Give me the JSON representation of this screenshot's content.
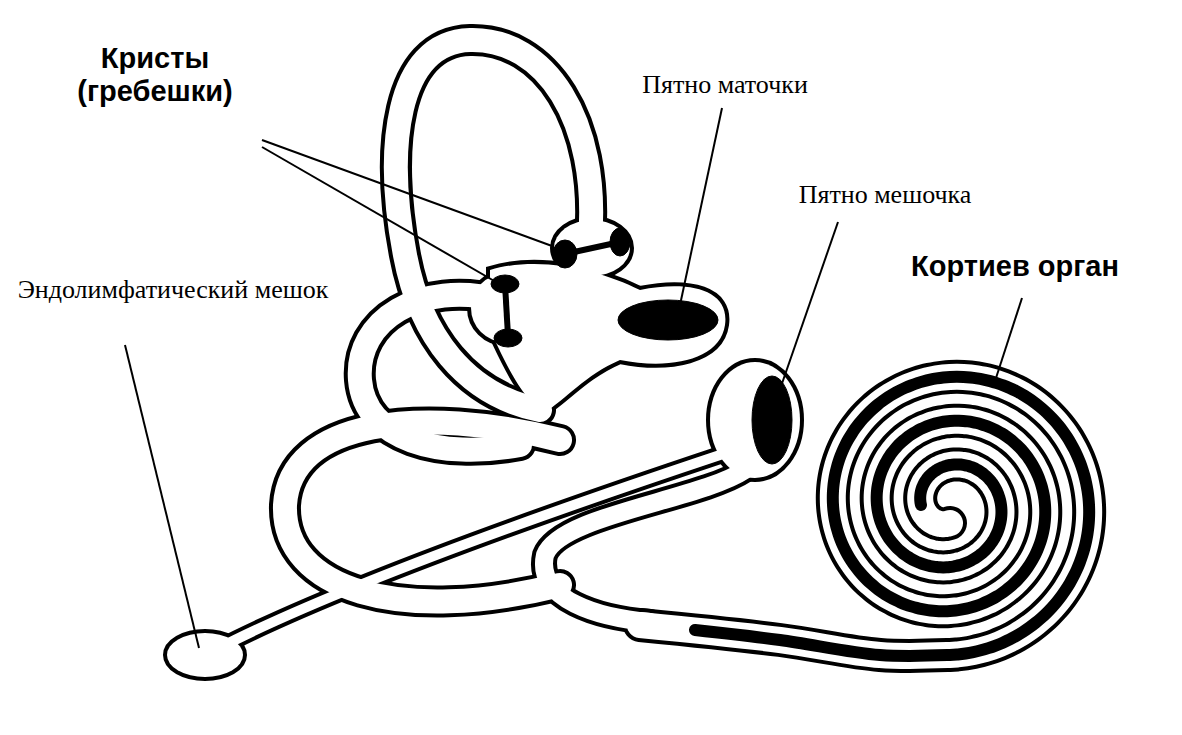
{
  "diagram": {
    "labels": [
      "Кристы (гребешки)",
      "Пятно маточки",
      "Пятно мешочка",
      "Эндолимфатический мешок",
      "Кортиев орган"
    ]
  }
}
